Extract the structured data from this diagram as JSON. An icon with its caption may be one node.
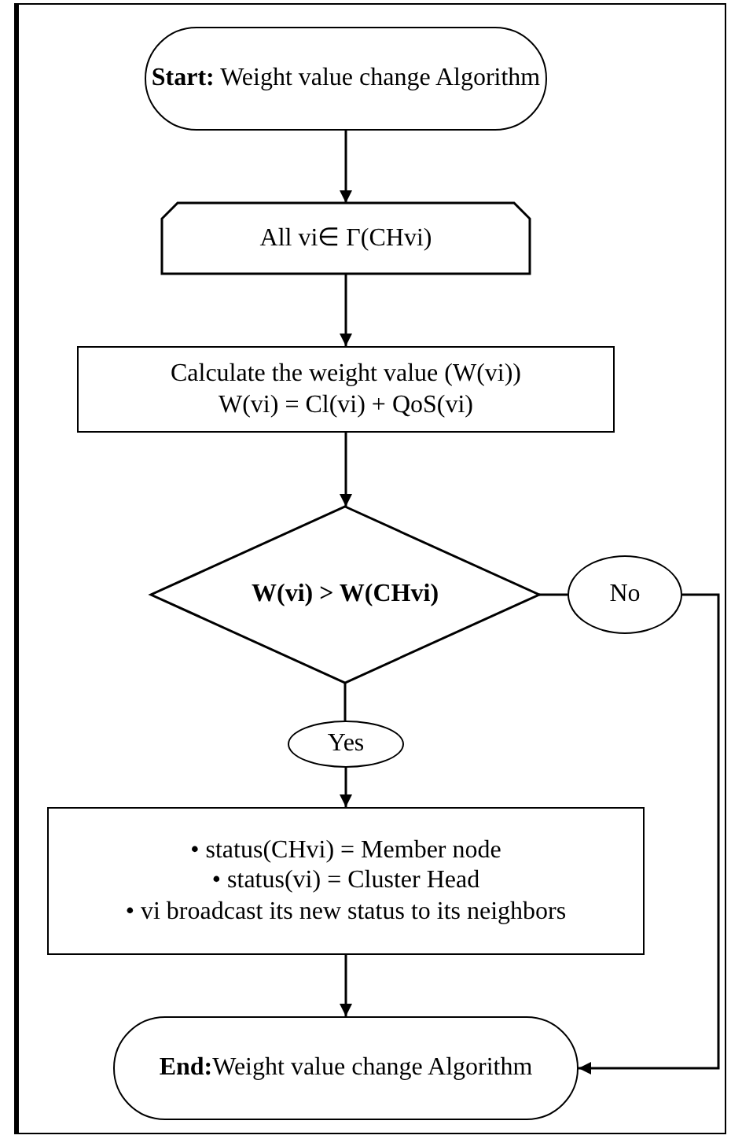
{
  "diagram": {
    "nodes": [
      {
        "text": [
          "**Start:** Weight value change Algorithm"
        ]
      },
      {
        "text": [
          "All vi∈ Γ(CHvi)"
        ]
      },
      {
        "text": [
          "Calculate the weight value (W(vi))",
          "W(vi) = Cl(vi) + QoS(vi)"
        ]
      },
      {
        "text": [
          "W(vi) > W(CHvi)"
        ]
      },
      {
        "text": [
          "No"
        ]
      },
      {
        "text": [
          "Yes"
        ]
      },
      {
        "text": [
          "• status(CHvi) = Member node",
          "• status(vi) = Cluster Head",
          "• vi broadcast its new status to its neighbors"
        ]
      },
      {
        "text": [
          "**End:**Weight value change Algorithm"
        ]
      }
    ],
    "edges": [
      {
        "from": 0,
        "to": 1,
        "arrow": "to"
      },
      {
        "from": 1,
        "to": 2,
        "arrow": "to"
      },
      {
        "from": 2,
        "to": 3,
        "arrow": "to"
      },
      {
        "from": 3,
        "to": 4,
        "arrow": "none"
      },
      {
        "from": 3,
        "to": 5,
        "arrow": "none"
      },
      {
        "from": 5,
        "to": 6,
        "arrow": "to"
      },
      {
        "from": 6,
        "to": 7,
        "arrow": "to"
      },
      {
        "from": 4,
        "to": 7,
        "arrow": "to"
      }
    ]
  }
}
